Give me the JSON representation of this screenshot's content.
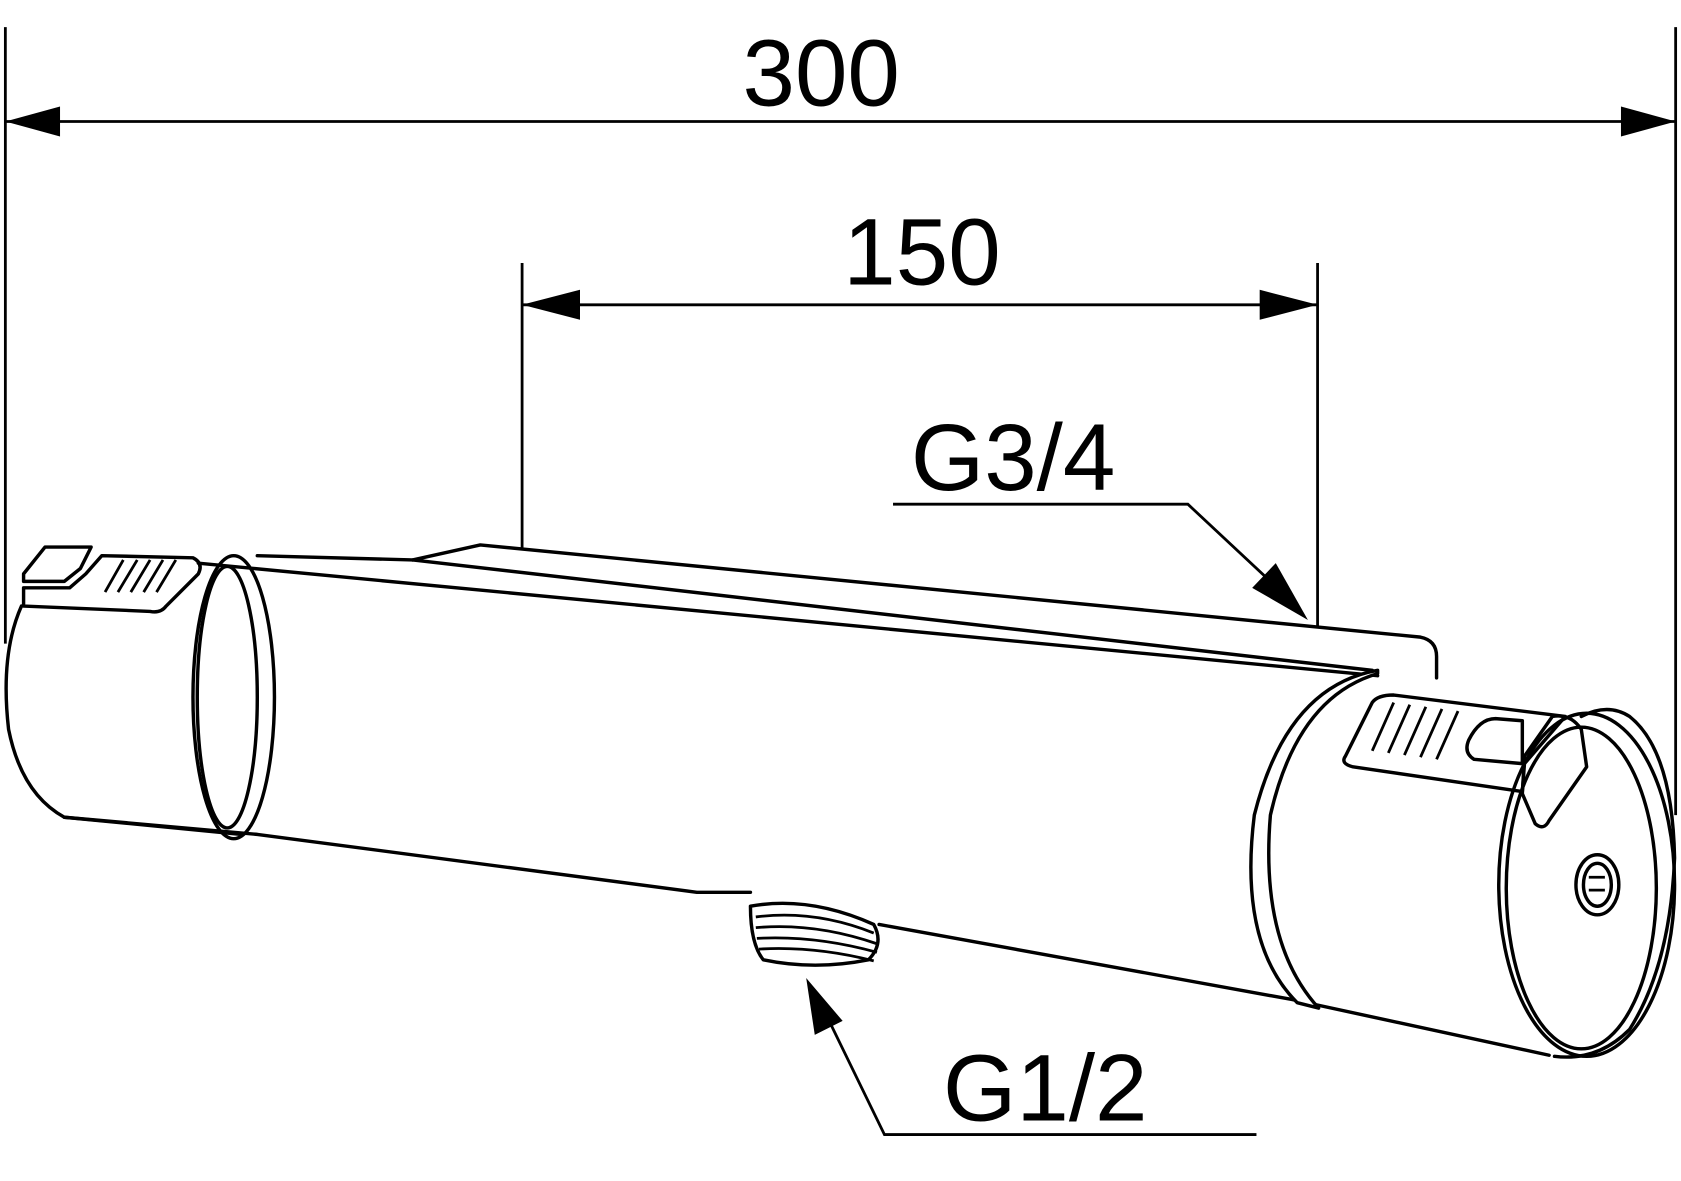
{
  "drawing": {
    "dimensions": {
      "overall_width": "300",
      "inlet_spacing": "150"
    },
    "thread_labels": {
      "inlet": "G3/4",
      "outlet": "G1/2"
    },
    "colors": {
      "line": "#000000",
      "background": "#ffffff"
    }
  }
}
